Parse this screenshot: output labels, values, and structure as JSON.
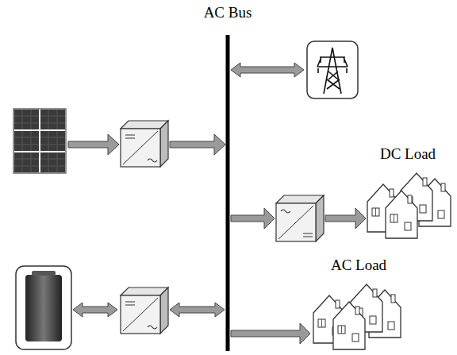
{
  "diagram": {
    "labels": [
      "AC Bus",
      "DC Load",
      "AC Load"
    ]
  }
}
